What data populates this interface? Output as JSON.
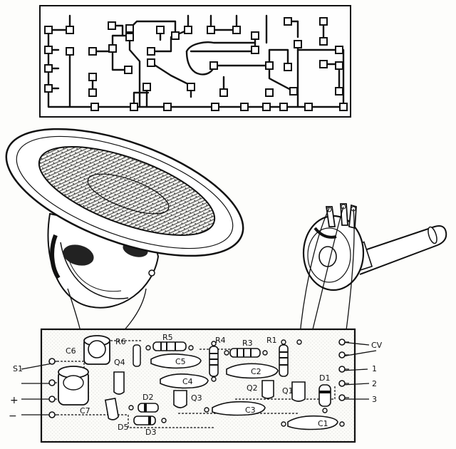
{
  "external_connections": [
    {
      "id": "s1",
      "label": "S1"
    },
    {
      "id": "plus",
      "label": "+"
    },
    {
      "id": "minus",
      "label": "−"
    }
  ],
  "output_connections": [
    {
      "id": "cv",
      "label": "CV"
    },
    {
      "id": "o1",
      "label": "1"
    },
    {
      "id": "o2",
      "label": "2"
    },
    {
      "id": "o3",
      "label": "3"
    }
  ],
  "components": [
    {
      "id": "c6",
      "label": "C6"
    },
    {
      "id": "c7",
      "label": "C7"
    },
    {
      "id": "r6",
      "label": "R6"
    },
    {
      "id": "r5",
      "label": "R5"
    },
    {
      "id": "c5",
      "label": "C5"
    },
    {
      "id": "r4",
      "label": "R4"
    },
    {
      "id": "r3",
      "label": "R3"
    },
    {
      "id": "r1",
      "label": "R1"
    },
    {
      "id": "c2",
      "label": "C2"
    },
    {
      "id": "c4",
      "label": "C4"
    },
    {
      "id": "q4",
      "label": "Q4"
    },
    {
      "id": "q3",
      "label": "Q3"
    },
    {
      "id": "q2",
      "label": "Q2"
    },
    {
      "id": "q1",
      "label": "Q1"
    },
    {
      "id": "d1",
      "label": "D1"
    },
    {
      "id": "d2",
      "label": "D2"
    },
    {
      "id": "d3",
      "label": "D3"
    },
    {
      "id": "d5",
      "label": "D5"
    },
    {
      "id": "c3",
      "label": "C3"
    },
    {
      "id": "c1",
      "label": "C1"
    }
  ]
}
